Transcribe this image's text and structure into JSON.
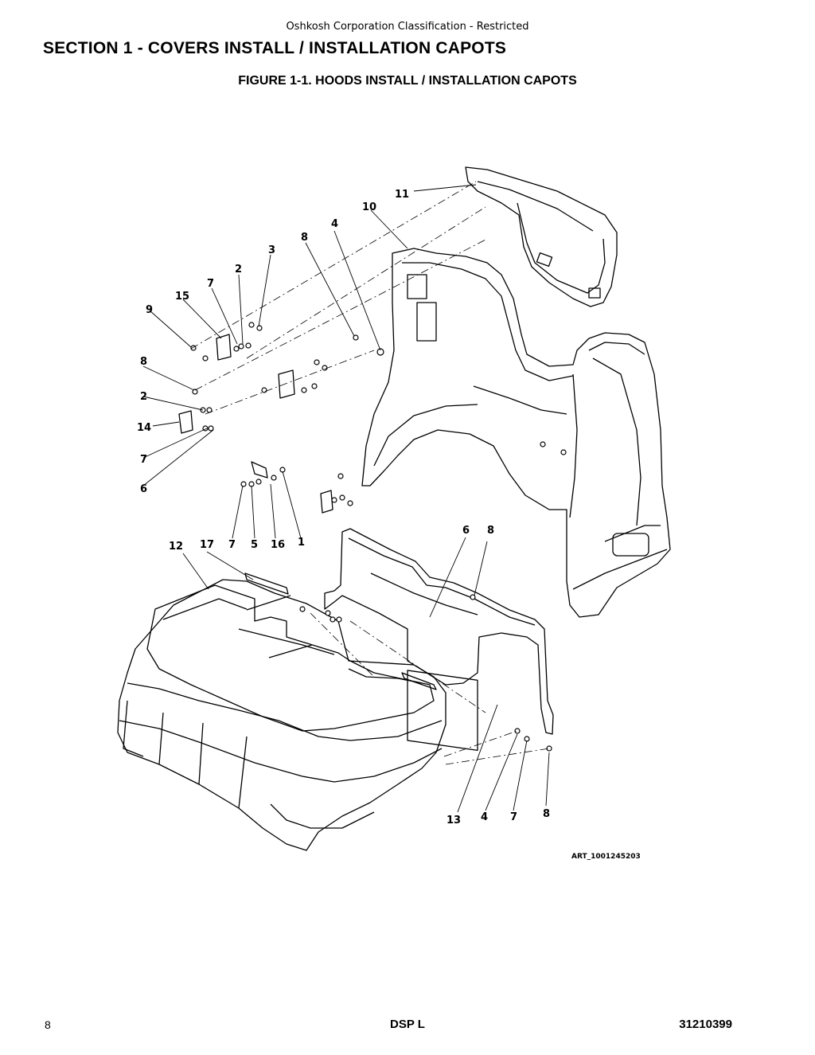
{
  "header": {
    "classification": "Oshkosh Corporation Classification - Restricted",
    "section_title": "SECTION 1 - COVERS INSTALL / INSTALLATION CAPOTS",
    "figure_title": "FIGURE 1-1. HOODS INSTALL / INSTALLATION CAPOTS"
  },
  "figure": {
    "art_id": "ART_1001245203",
    "callouts": [
      "11",
      "10",
      "4",
      "8",
      "3",
      "2",
      "7",
      "15",
      "9",
      "8",
      "2",
      "14",
      "7",
      "6",
      "7",
      "5",
      "16",
      "1",
      "12",
      "17",
      "7",
      "5",
      "16",
      "6",
      "8",
      "13",
      "4",
      "7",
      "8"
    ]
  },
  "footer": {
    "page_number": "8",
    "manual_title": "DSP L",
    "part_number": "31210399"
  }
}
